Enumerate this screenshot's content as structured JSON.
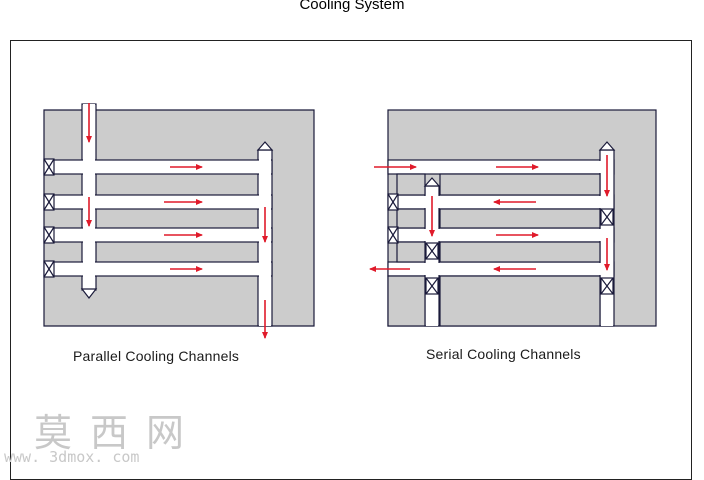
{
  "title": "Cooling System",
  "captions": {
    "parallel": "Parallel Cooling Channels",
    "serial": "Serial Cooling Channels"
  },
  "watermark": {
    "chinese": "莫西网",
    "url": "www. 3dmox. com"
  },
  "colors": {
    "mold": "#cccccc",
    "outline": "#1a1a3a",
    "arrow": "#e01a2a"
  }
}
